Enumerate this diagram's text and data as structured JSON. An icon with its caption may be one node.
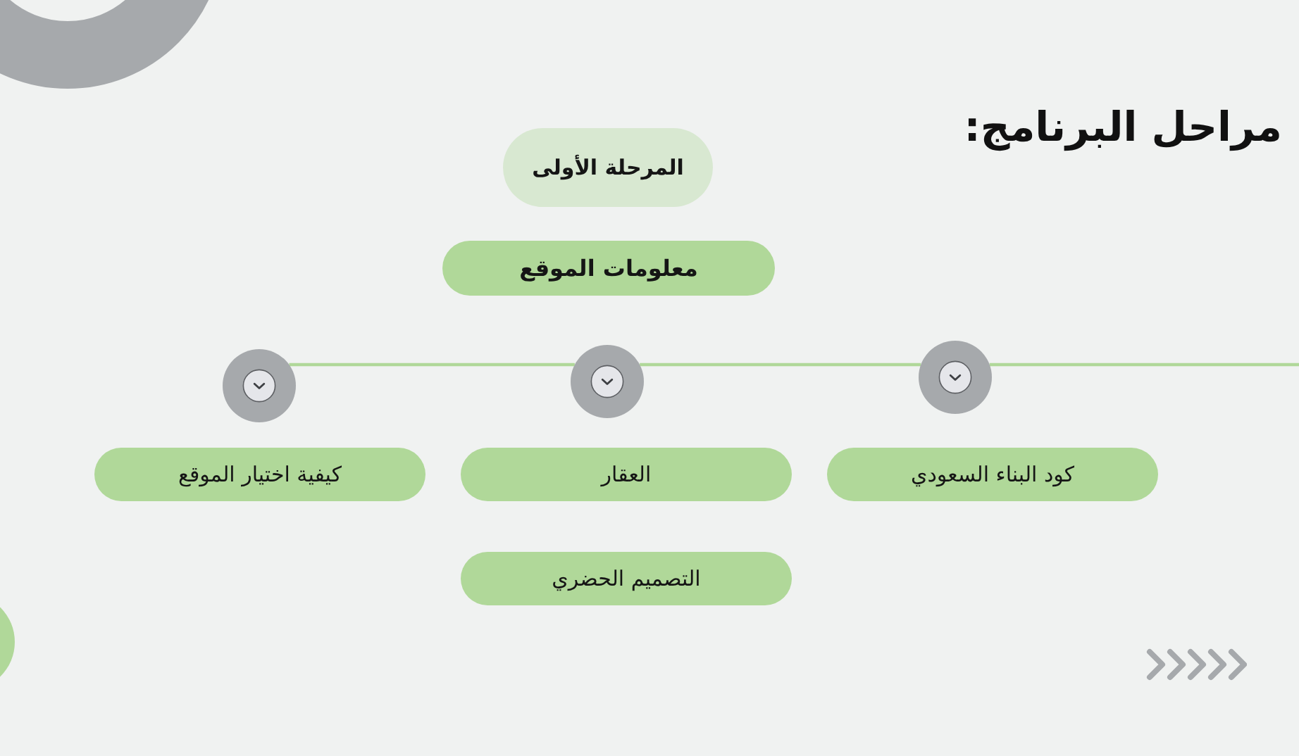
{
  "diagram": {
    "title": "مراحل البرنامج:",
    "nodes": [
      {
        "text": [
          "المرحلة الأولى"
        ]
      },
      {
        "text": [
          "معلومات الموقع"
        ]
      },
      {
        "text": [],
        "shape": "circle"
      },
      {
        "text": [],
        "shape": "circle"
      },
      {
        "text": [],
        "shape": "circle"
      },
      {
        "text": [
          "كود البناء السعودي"
        ]
      },
      {
        "text": [
          "العقار"
        ]
      },
      {
        "text": [
          "كيفية اختيار الموقع"
        ]
      },
      {
        "text": [
          "التصميم الحضري"
        ]
      }
    ],
    "edges": [
      {
        "from": null,
        "to": 2,
        "arrow": "none"
      },
      {
        "from": 2,
        "to": 3,
        "arrow": "none"
      },
      {
        "from": 3,
        "to": 4,
        "arrow": "none"
      }
    ]
  }
}
